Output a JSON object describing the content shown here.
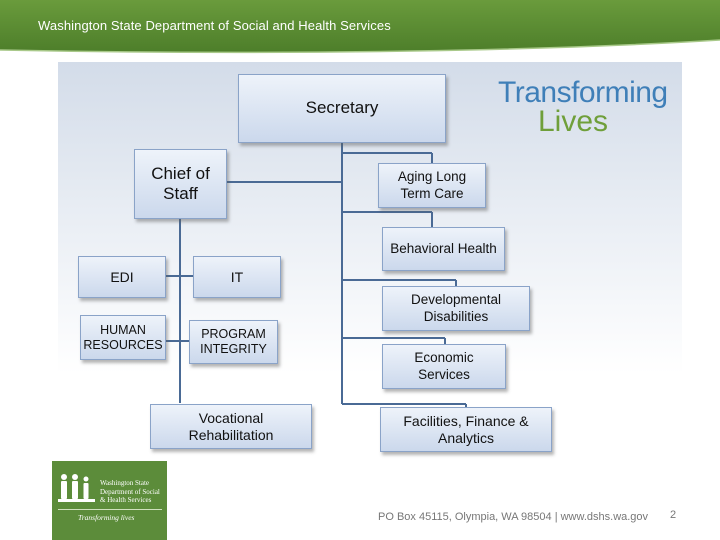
{
  "header": {
    "title": "Washington State Department of Social and Health Services"
  },
  "brand": {
    "line1": "Transforming",
    "line2": "Lives"
  },
  "org_chart": {
    "secretary": "Secretary",
    "chief_of_staff": "Chief of\nStaff",
    "edi": "EDI",
    "it": "IT",
    "human_resources": "HUMAN\nRESOURCES",
    "program_integrity": "PROGRAM\nINTEGRITY",
    "vocational_rehabilitation": "Vocational\nRehabilitation",
    "aging_long_term_care": "Aging Long\nTerm Care",
    "behavioral_health": "Behavioral Health",
    "developmental_disabilities": "Developmental\nDisabilities",
    "economic_services": "Economic\nServices",
    "facilities_finance_analytics": "Facilities, Finance &\nAnalytics"
  },
  "logo": {
    "text": "Washington State\nDepartment of Social\n& Health Services",
    "tagline": "Transforming lives",
    "icon": "people-figures-icon"
  },
  "footer": {
    "address": "PO Box 45115, Olympia, WA 98504  |  www.dshs.wa.gov",
    "page_number": "2"
  },
  "colors": {
    "banner_green": "#5e8f33",
    "box_fill_top": "#eef3fa",
    "box_fill_bottom": "#cbd8ec",
    "connector": "#4a6a95",
    "logo_green": "#5c8c3a",
    "brand_blue": "#3f7fb8",
    "brand_green": "#6f9f3a"
  }
}
